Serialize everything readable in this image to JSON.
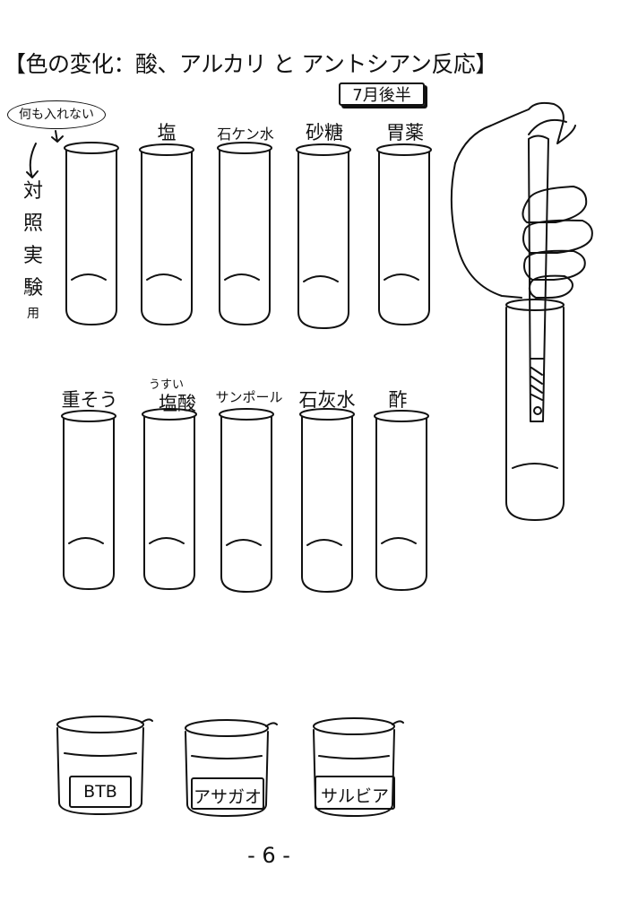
{
  "title": "【色の変化：酸、アルカリ と アントシアン反応】",
  "badge": "7月後半",
  "note": "何も入れない",
  "control_note_chars": [
    "対",
    "照",
    "実",
    "験",
    "用"
  ],
  "tubes_row1": [
    {
      "label": ""
    },
    {
      "label": "塩"
    },
    {
      "label": "石ケン水"
    },
    {
      "label": "砂糖"
    },
    {
      "label": "胃薬"
    }
  ],
  "tubes_row2": [
    {
      "label": "重そう"
    },
    {
      "label": "塩酸",
      "sublabel": "うすい"
    },
    {
      "label": "サンポール"
    },
    {
      "label": "石灰水"
    },
    {
      "label": "酢"
    }
  ],
  "beakers": [
    "BTB",
    "アサガオ",
    "サルビア"
  ],
  "page_number": "- 6 -"
}
